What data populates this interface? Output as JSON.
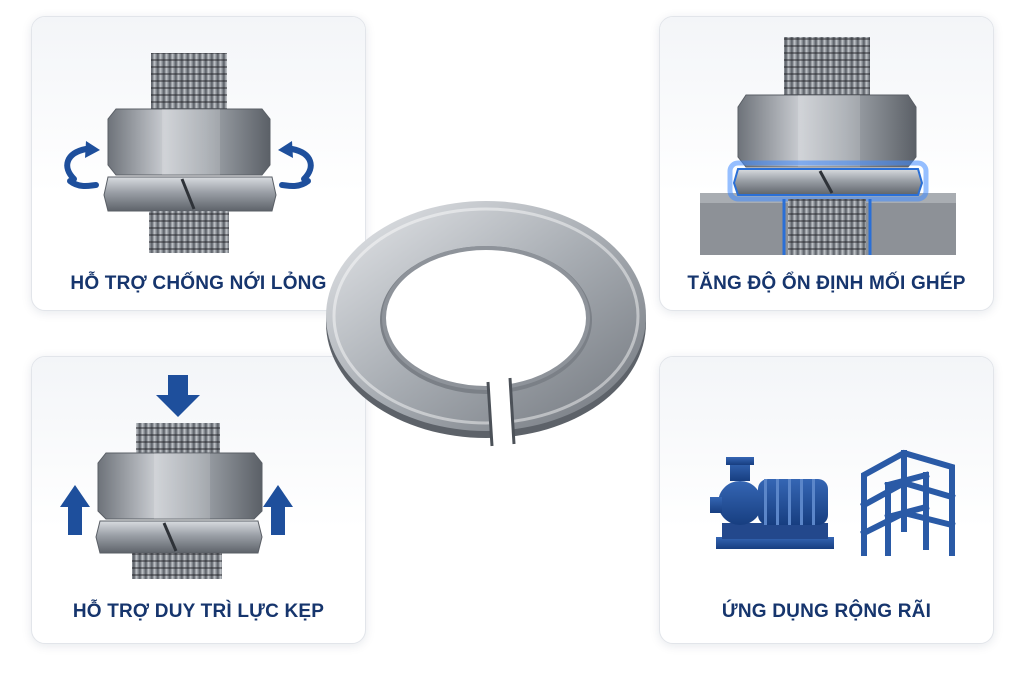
{
  "colors": {
    "label_blue": "#16356d",
    "accent_blue": "#1e4f9c",
    "steel": "#9ea3aa",
    "card_border": "#e2e5ea"
  },
  "cards": {
    "anti_loosening": {
      "label": "HỖ TRỢ CHỐNG NỚI LỎNG",
      "icon": "rotation-arrows-icon"
    },
    "joint_stability": {
      "label": "TĂNG ĐỘ ỔN ĐỊNH MỐI GHÉP",
      "icon": "highlighted-washer"
    },
    "clamping_force": {
      "label": "HỖ TRỢ DUY TRÌ LỰC KẸP",
      "icon": "force-arrows-icon"
    },
    "wide_application": {
      "label": "ỨNG DỤNG RỘNG RÃI",
      "icons": [
        "gear-icon",
        "pump-motor-icon",
        "steel-frame-icon"
      ]
    }
  }
}
